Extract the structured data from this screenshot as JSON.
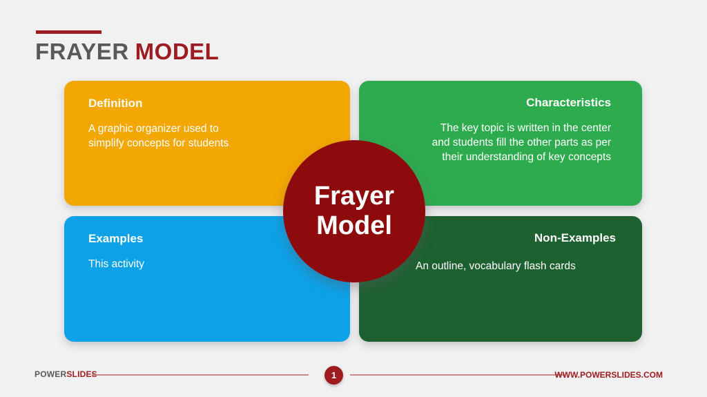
{
  "slide": {
    "title": {
      "part1": "FRAYER",
      "part2": "MODEL"
    },
    "quadrants": {
      "definition": {
        "heading": "Definition",
        "lines": [
          "A graphic organizer used to",
          "simplify concepts for students"
        ]
      },
      "characteristics": {
        "heading": "Characteristics",
        "lines": [
          "The key topic is written in the center",
          "and students fill the other parts as per",
          "their understanding of key concepts"
        ]
      },
      "examples": {
        "heading": "Examples",
        "lines": [
          "This activity"
        ]
      },
      "non_examples": {
        "heading": "Non-Examples",
        "lines": [
          "An outline, vocabulary flash cards"
        ]
      }
    },
    "center_circle": {
      "line1": "Frayer",
      "line2": "Model"
    },
    "footer": {
      "logo_part1": "POWER",
      "logo_part2": "SLIDES",
      "page_number": "1",
      "website": "WWW.POWERSLIDES.COM"
    },
    "colors": {
      "background": "#F1F1F2",
      "title_gray": "#58595B",
      "accent_red": "#9E1B1F",
      "definition_fill": "#F3A702",
      "characteristics_fill": "#2FAB4F",
      "examples_fill": "#0DA2E7",
      "non_examples_fill": "#1E6130",
      "center_circle_fill": "#8E0B0D"
    }
  }
}
